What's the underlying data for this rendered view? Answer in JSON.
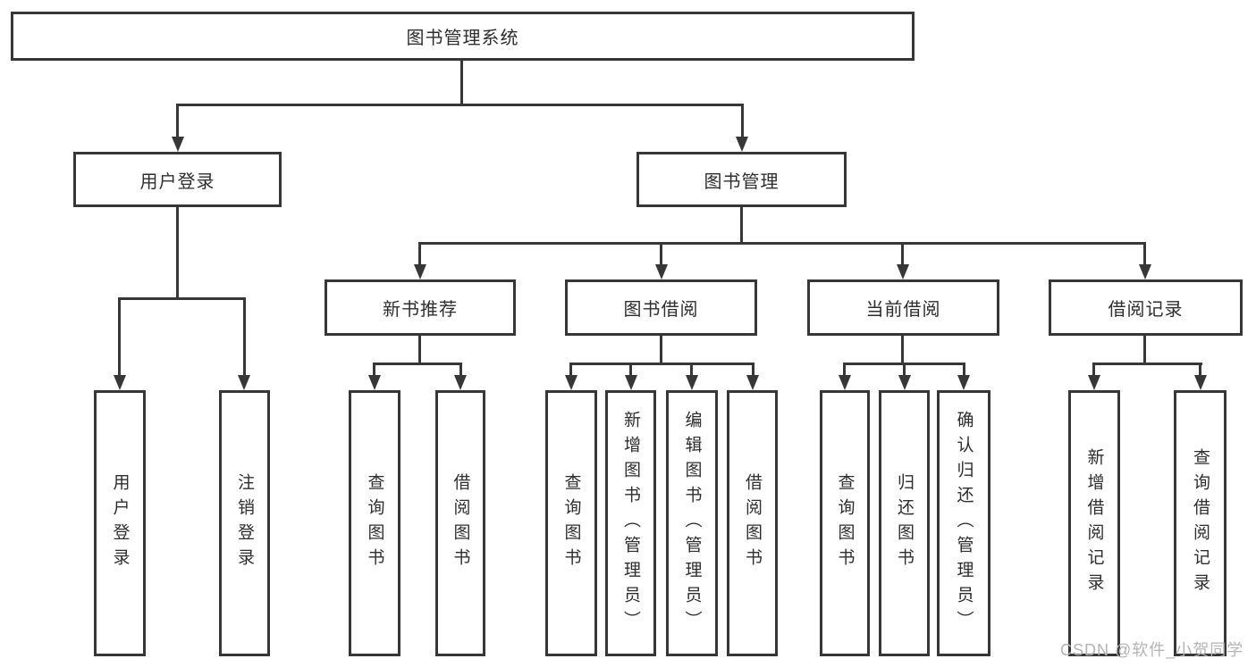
{
  "diagram": {
    "title_node": {
      "label": "图书管理系统"
    },
    "level2": {
      "user_login": {
        "label": "用户登录"
      },
      "book_mgmt": {
        "label": "图书管理"
      }
    },
    "level3": {
      "new_book_rec": {
        "label": "新书推荐"
      },
      "book_borrow": {
        "label": "图书借阅"
      },
      "current_borrow": {
        "label": "当前借阅"
      },
      "borrow_records": {
        "label": "借阅记录"
      }
    },
    "leaves": {
      "user_login": [
        {
          "label": "用户登录"
        },
        {
          "label": "注销登录"
        }
      ],
      "new_book_rec": [
        {
          "label": "查询图书"
        },
        {
          "label": "借阅图书"
        }
      ],
      "book_borrow": [
        {
          "label": "查询图书"
        },
        {
          "label": "新增图书（管理员）"
        },
        {
          "label": "编辑图书（管理员）"
        },
        {
          "label": "借阅图书"
        }
      ],
      "current_borrow": [
        {
          "label": "查询图书"
        },
        {
          "label": "归还图书"
        },
        {
          "label": "确认归还（管理员）"
        }
      ],
      "borrow_records": [
        {
          "label": "新增借阅记录"
        },
        {
          "label": "查询借阅记录"
        }
      ]
    },
    "colors": {
      "line": "#373737",
      "text": "#2e2e2e",
      "background": "#ffffff",
      "watermark": "#b4b4b4"
    }
  },
  "watermark": {
    "text": "CSDN @软件_小贺同学"
  }
}
